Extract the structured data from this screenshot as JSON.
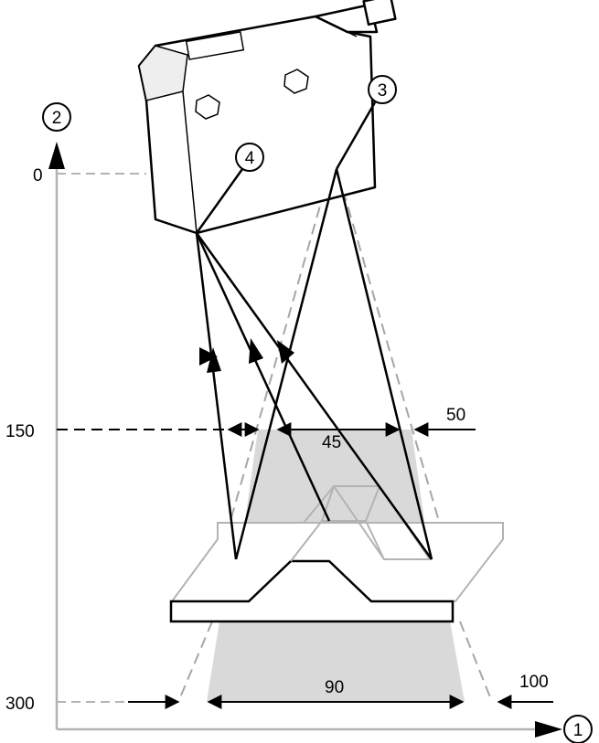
{
  "axis_labels": {
    "y_zero": "0",
    "y_mid": "150",
    "y_far": "300"
  },
  "callouts": {
    "axis_x": "1",
    "axis_y": "2",
    "emitter": "3",
    "receiver": "4"
  },
  "dimensions": {
    "near_inner": "45",
    "near_outer": "50",
    "far_inner": "90",
    "far_outer": "100"
  }
}
